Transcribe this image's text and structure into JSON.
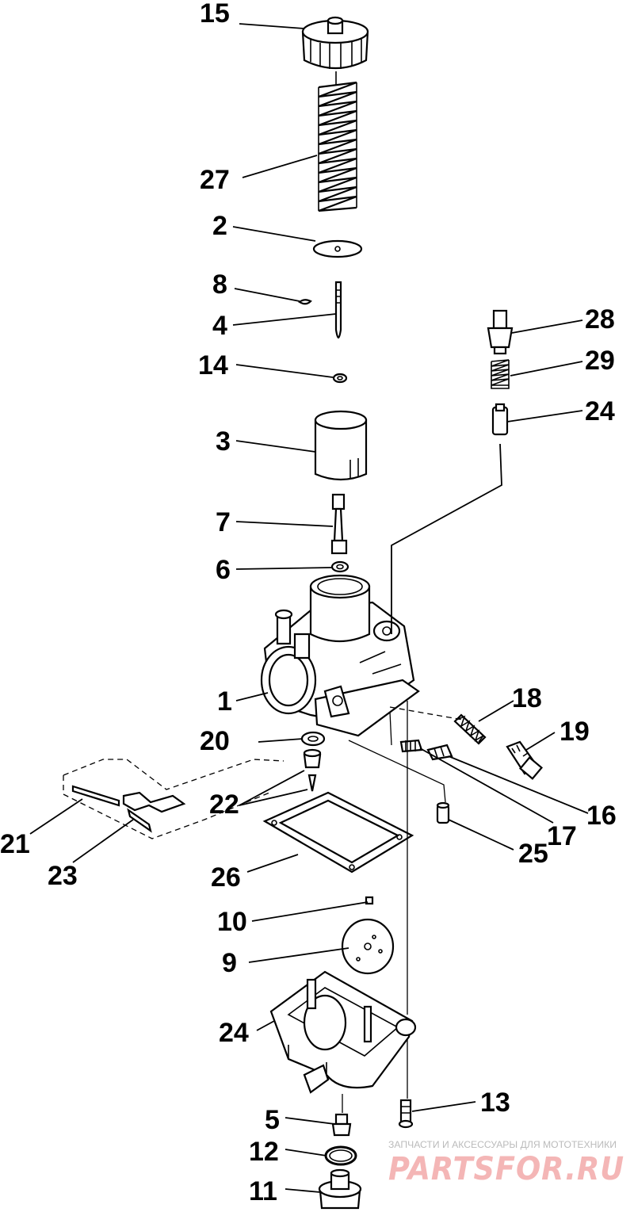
{
  "diagram": {
    "callouts": [
      "15",
      "27",
      "2",
      "8",
      "4",
      "14",
      "3",
      "7",
      "6",
      "1",
      "28",
      "29",
      "24",
      "18",
      "19",
      "20",
      "22",
      "16",
      "17",
      "25",
      "21",
      "23",
      "26",
      "10",
      "9",
      "24",
      "13",
      "5",
      "12",
      "11"
    ]
  },
  "watermark": {
    "tagline": "ЗАПЧАСТИ И АКСЕССУАРЫ ДЛЯ МОТОТЕХНИКИ",
    "brand": "PARTSFOR.RU"
  }
}
